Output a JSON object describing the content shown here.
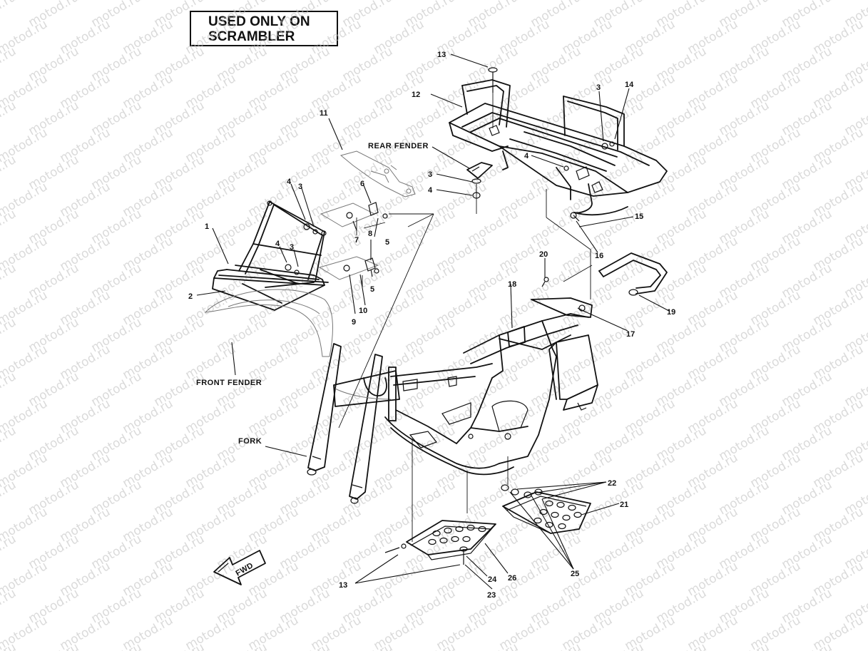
{
  "banner": {
    "line1": "USED ONLY ON",
    "line2": "SCRAMBLER"
  },
  "watermark": "motod.ru",
  "labels": {
    "rear_fender": "REAR FENDER",
    "front_fender": "FRONT FENDER",
    "fork": "FORK",
    "fwd": "FWD"
  },
  "callouts": [
    {
      "id": "c1",
      "text": "1"
    },
    {
      "id": "c2",
      "text": "2"
    },
    {
      "id": "c3a",
      "text": "3"
    },
    {
      "id": "c3b",
      "text": "3"
    },
    {
      "id": "c3c",
      "text": "3"
    },
    {
      "id": "c3d",
      "text": "3"
    },
    {
      "id": "c4a",
      "text": "4"
    },
    {
      "id": "c4b",
      "text": "4"
    },
    {
      "id": "c4c",
      "text": "4"
    },
    {
      "id": "c4d",
      "text": "4"
    },
    {
      "id": "c5a",
      "text": "5"
    },
    {
      "id": "c5b",
      "text": "5"
    },
    {
      "id": "c6",
      "text": "6"
    },
    {
      "id": "c7",
      "text": "7"
    },
    {
      "id": "c8",
      "text": "8"
    },
    {
      "id": "c9",
      "text": "9"
    },
    {
      "id": "c10",
      "text": "10"
    },
    {
      "id": "c11",
      "text": "11"
    },
    {
      "id": "c12",
      "text": "12"
    },
    {
      "id": "c13a",
      "text": "13"
    },
    {
      "id": "c13b",
      "text": "13"
    },
    {
      "id": "c14",
      "text": "14"
    },
    {
      "id": "c15",
      "text": "15"
    },
    {
      "id": "c16",
      "text": "16"
    },
    {
      "id": "c17",
      "text": "17"
    },
    {
      "id": "c18",
      "text": "18"
    },
    {
      "id": "c19",
      "text": "19"
    },
    {
      "id": "c20",
      "text": "20"
    },
    {
      "id": "c21",
      "text": "21"
    },
    {
      "id": "c22",
      "text": "22"
    },
    {
      "id": "c23",
      "text": "23"
    },
    {
      "id": "c24",
      "text": "24"
    },
    {
      "id": "c25",
      "text": "25"
    },
    {
      "id": "c26",
      "text": "26"
    }
  ]
}
